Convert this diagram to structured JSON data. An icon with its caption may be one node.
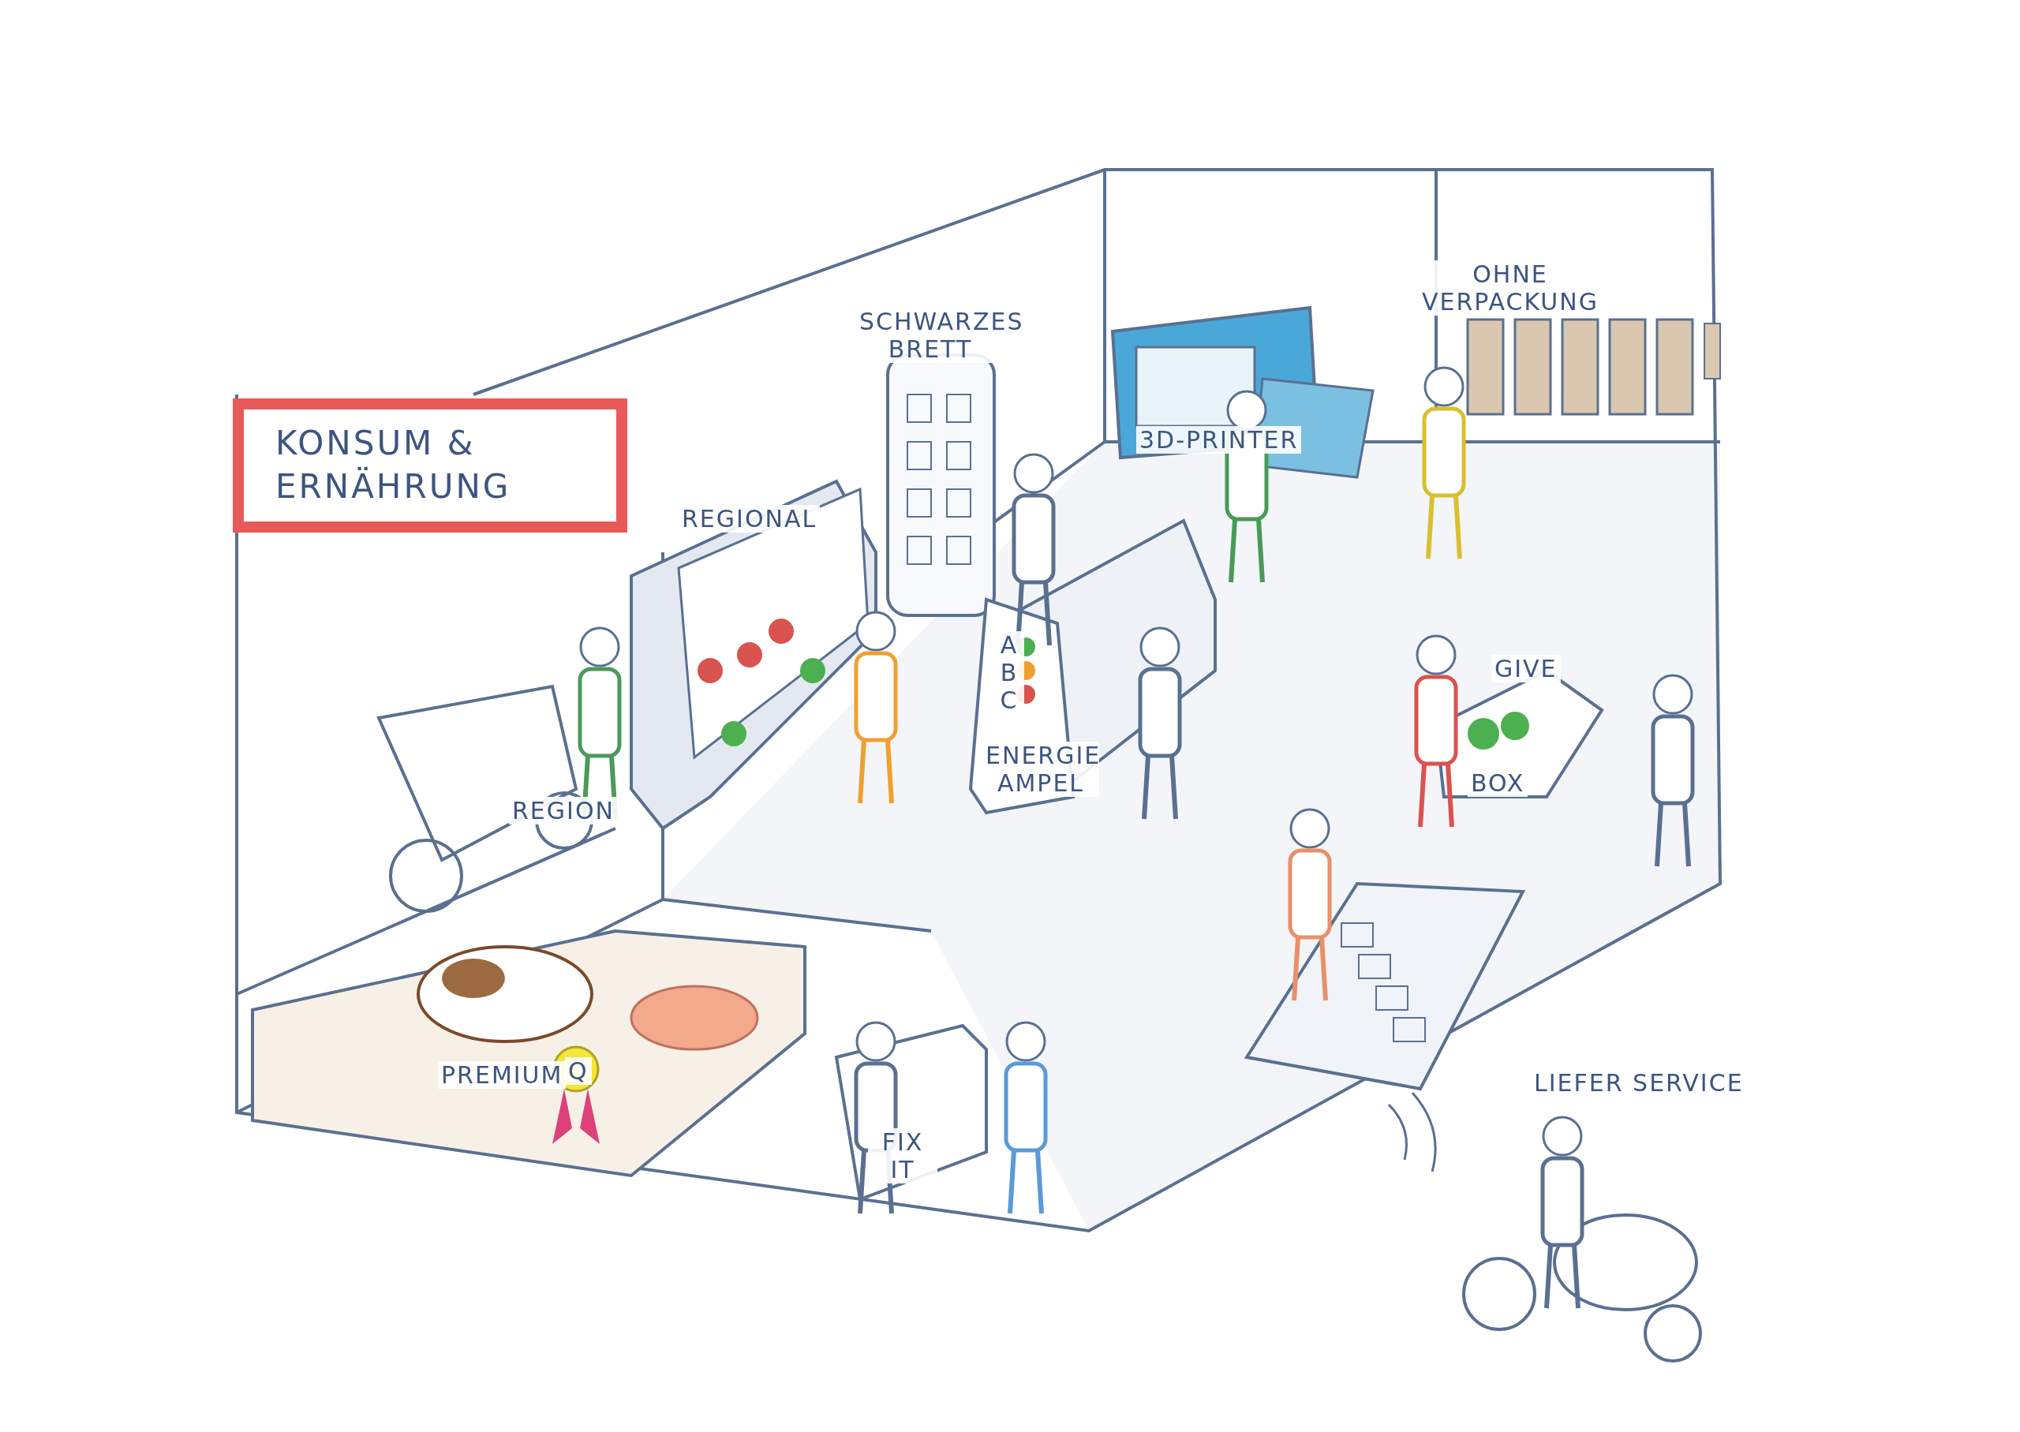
{
  "diagram": {
    "nodes": [
      {
        "text": [
          "KONSUM & ERNÄHRUNG"
        ]
      }
    ],
    "labels": [
      "OHNE VERPACKUNG",
      "SCHWARZES BRETT",
      "3D-PRINTER",
      "REGIONAL",
      "A B C",
      "ENERGIE AMPEL",
      "GIVE",
      "REGION",
      "BOX",
      "PREMIUM",
      "Q",
      "FIX IT",
      "LIEFER SERVICE"
    ]
  }
}
